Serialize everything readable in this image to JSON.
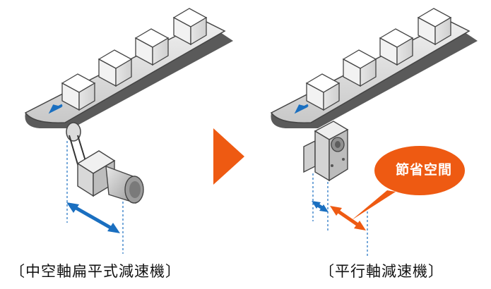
{
  "captions": {
    "left": "〔中空軸扁平式減速機〕",
    "right": "〔平行軸減速機〕"
  },
  "callout": {
    "label": "節省空間"
  },
  "colors": {
    "orange": "#ee5a12",
    "blue": "#1a6fc0",
    "belt": "#5a5a5a",
    "belt_light": "#d9d9d9",
    "box": "#ffffff"
  },
  "icons": [
    "belt-arrow-icon",
    "next-step-arrow-icon",
    "width-dimension-arrow-icon"
  ]
}
